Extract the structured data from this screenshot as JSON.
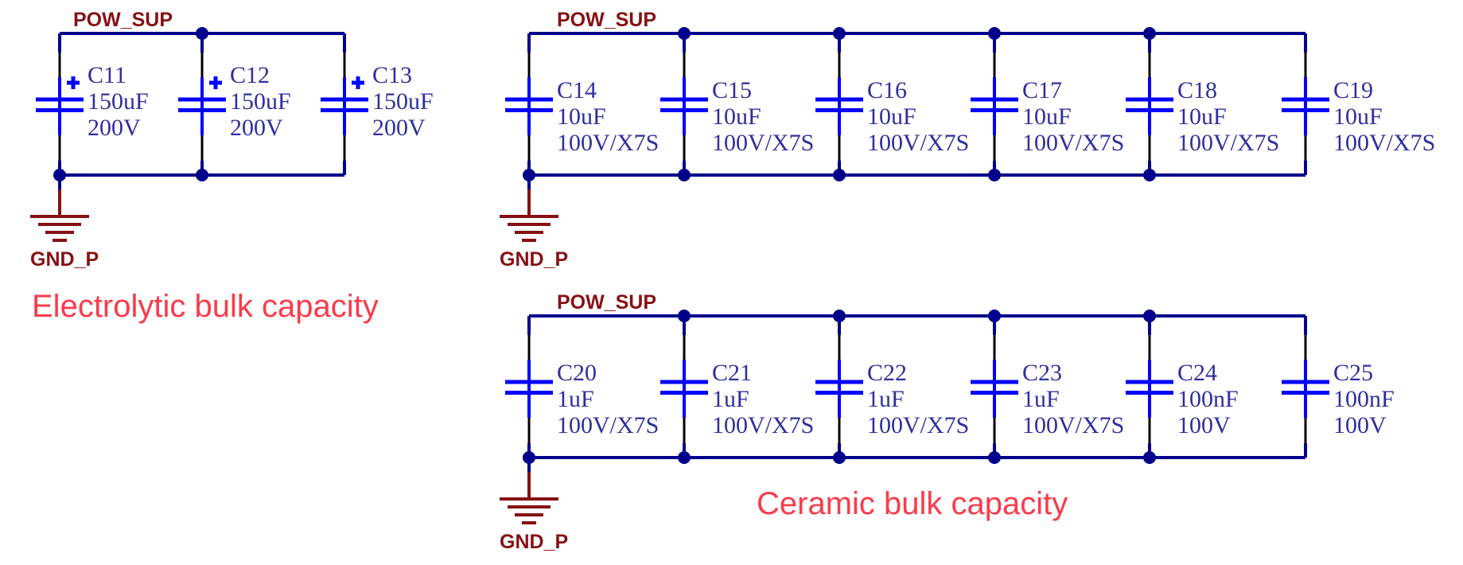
{
  "colors": {
    "background": "#FFFFFF",
    "wire": "#00008B",
    "pin": "#000000",
    "capacitor": "#0000FF",
    "component_text": "#2F2F9E",
    "net_dark_red": "#861114",
    "caption_red": "#FA3B4A"
  },
  "sections": [
    {
      "name": "electrolytic-bulk",
      "power_net": "POW_SUP",
      "ground_net": "GND_P",
      "caption": "Electrolytic bulk capacity",
      "capacitors": [
        {
          "ref": "C11",
          "value": "150uF",
          "rating": "200V",
          "polarized": true
        },
        {
          "ref": "C12",
          "value": "150uF",
          "rating": "200V",
          "polarized": true
        },
        {
          "ref": "C13",
          "value": "150uF",
          "rating": "200V",
          "polarized": true
        }
      ]
    },
    {
      "name": "ceramic-10uf-bank",
      "power_net": "POW_SUP",
      "ground_net": "GND_P",
      "capacitors": [
        {
          "ref": "C14",
          "value": "10uF",
          "rating": "100V/X7S",
          "polarized": false
        },
        {
          "ref": "C15",
          "value": "10uF",
          "rating": "100V/X7S",
          "polarized": false
        },
        {
          "ref": "C16",
          "value": "10uF",
          "rating": "100V/X7S",
          "polarized": false
        },
        {
          "ref": "C17",
          "value": "10uF",
          "rating": "100V/X7S",
          "polarized": false
        },
        {
          "ref": "C18",
          "value": "10uF",
          "rating": "100V/X7S",
          "polarized": false
        },
        {
          "ref": "C19",
          "value": "10uF",
          "rating": "100V/X7S",
          "polarized": false
        }
      ]
    },
    {
      "name": "ceramic-1uf-bank",
      "power_net": "POW_SUP",
      "ground_net": "GND_P",
      "caption": "Ceramic bulk capacity",
      "capacitors": [
        {
          "ref": "C20",
          "value": "1uF",
          "rating": "100V/X7S",
          "polarized": false
        },
        {
          "ref": "C21",
          "value": "1uF",
          "rating": "100V/X7S",
          "polarized": false
        },
        {
          "ref": "C22",
          "value": "1uF",
          "rating": "100V/X7S",
          "polarized": false
        },
        {
          "ref": "C23",
          "value": "1uF",
          "rating": "100V/X7S",
          "polarized": false
        },
        {
          "ref": "C24",
          "value": "100nF",
          "rating": "100V",
          "polarized": false
        },
        {
          "ref": "C25",
          "value": "100nF",
          "rating": "100V",
          "polarized": false
        }
      ]
    }
  ]
}
